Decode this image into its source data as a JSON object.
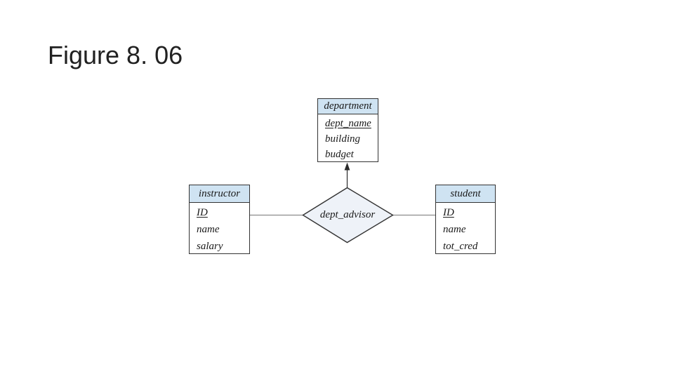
{
  "slide": {
    "title": "Figure 8. 06"
  },
  "diagram": {
    "entities": [
      {
        "name": "department",
        "attributes": [
          {
            "label": "dept_name",
            "key": true
          },
          {
            "label": "building",
            "key": false
          },
          {
            "label": "budget",
            "key": false
          }
        ]
      },
      {
        "name": "instructor",
        "attributes": [
          {
            "label": "ID",
            "key": true
          },
          {
            "label": "name",
            "key": false
          },
          {
            "label": "salary",
            "key": false
          }
        ]
      },
      {
        "name": "student",
        "attributes": [
          {
            "label": "ID",
            "key": true
          },
          {
            "label": "name",
            "key": false
          },
          {
            "label": "tot_cred",
            "key": false
          }
        ]
      }
    ],
    "relationship": {
      "name": "dept_advisor",
      "connects": [
        "instructor",
        "student"
      ],
      "arrow_to": "department"
    },
    "colors": {
      "entity_header_fill": "#cfe3f2",
      "relationship_fill": "#eef2f8",
      "box_border": "#333333",
      "connector_line": "#8c8c8c",
      "arrow_line": "#2a2a2a",
      "text": "#1a1a1a"
    }
  }
}
